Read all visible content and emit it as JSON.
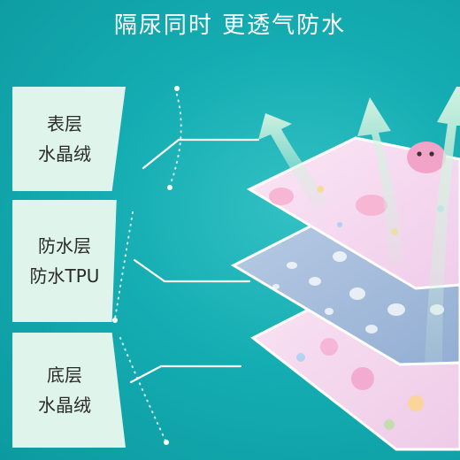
{
  "headline": "隔尿同时 更透气防水",
  "layers": [
    {
      "line1": "表层",
      "line2": "水晶绒"
    },
    {
      "line1": "防水层",
      "line2": "防水TPU"
    },
    {
      "line1": "底层",
      "line2": "水晶绒"
    }
  ],
  "colors": {
    "background": "#14adb2",
    "label_card": "#dff4ea",
    "top_layer": "#f6d9f0",
    "middle_layer": "#a9bfdc",
    "bottom_layer": "#f4d6ef",
    "airflow_arrows": "#cdeed9"
  }
}
